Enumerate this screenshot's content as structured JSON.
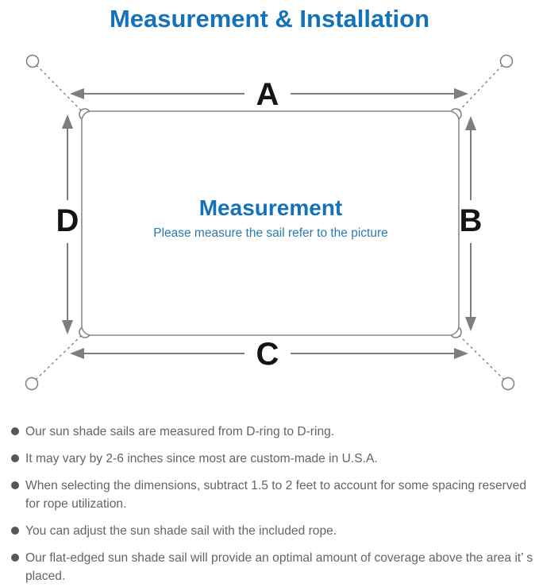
{
  "page": {
    "title": "Measurement & Installation"
  },
  "diagram": {
    "dim_labels": {
      "top": "A",
      "right": "B",
      "bottom": "C",
      "left": "D"
    },
    "center_title": "Measurement",
    "center_subtitle": "Please measure the sail refer to the picture"
  },
  "colors": {
    "accent_blue": "#1472b9",
    "subtitle_blue": "#2b79b2",
    "line_gray": "#7e7e7e",
    "label_black": "#141414",
    "note_gray": "#646464"
  },
  "notes": {
    "items": [
      "Our sun shade sails are measured from D-ring to D-ring.",
      "It may vary by 2-6 inches since most are custom-made in U.S.A.",
      "When selecting the dimensions, subtract 1.5 to 2 feet to account for some spacing reserved for rope utilization.",
      "You can adjust the sun shade sail with the included rope.",
      "Our flat-edged sun shade sail will provide an optimal amount of coverage above the area it’ s placed."
    ]
  }
}
